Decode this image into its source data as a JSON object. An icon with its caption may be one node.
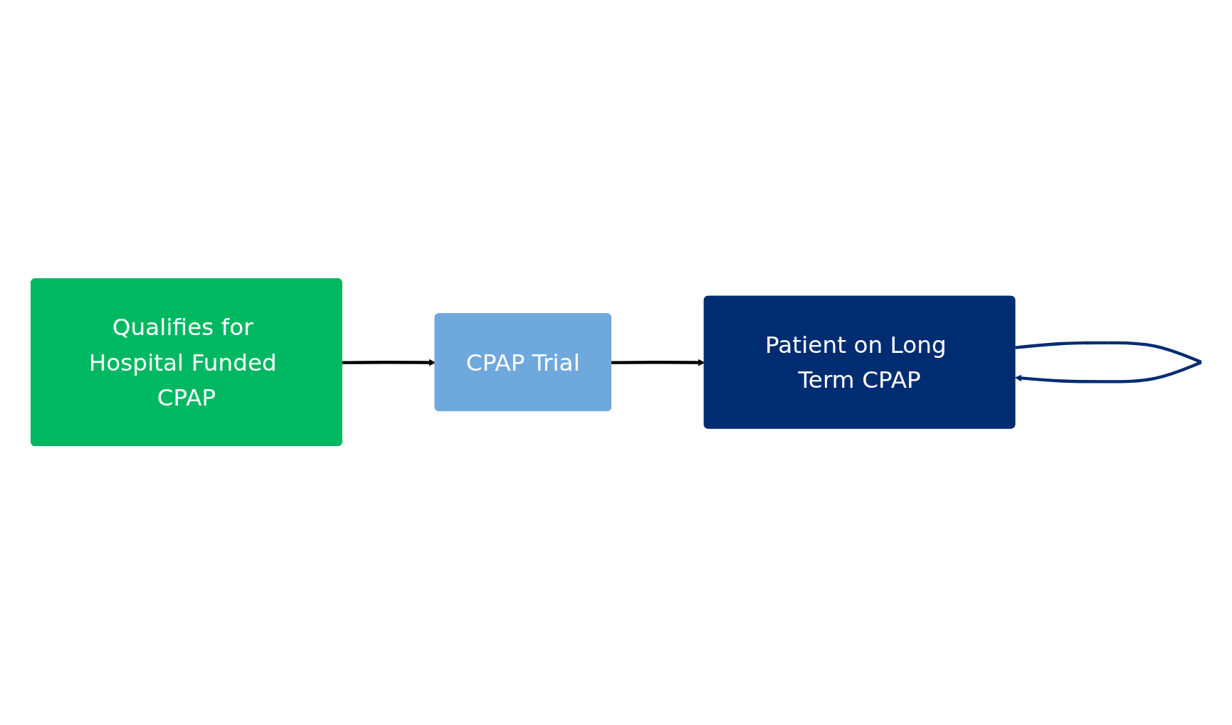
{
  "diagram": {
    "nodes": [
      {
        "text": [
          "Qualifies for Hospital Funded CPAP"
        ]
      },
      {
        "text": [
          "CPAP Trial"
        ]
      },
      {
        "text": [
          "Patient on Long Term CPAP"
        ]
      }
    ],
    "edges": [
      {
        "from": 0,
        "to": 1,
        "arrow": "to"
      },
      {
        "from": 1,
        "to": 2,
        "arrow": "to"
      },
      {
        "from": 2,
        "to": 2,
        "arrow": "to",
        "color": "#002d72"
      }
    ]
  }
}
